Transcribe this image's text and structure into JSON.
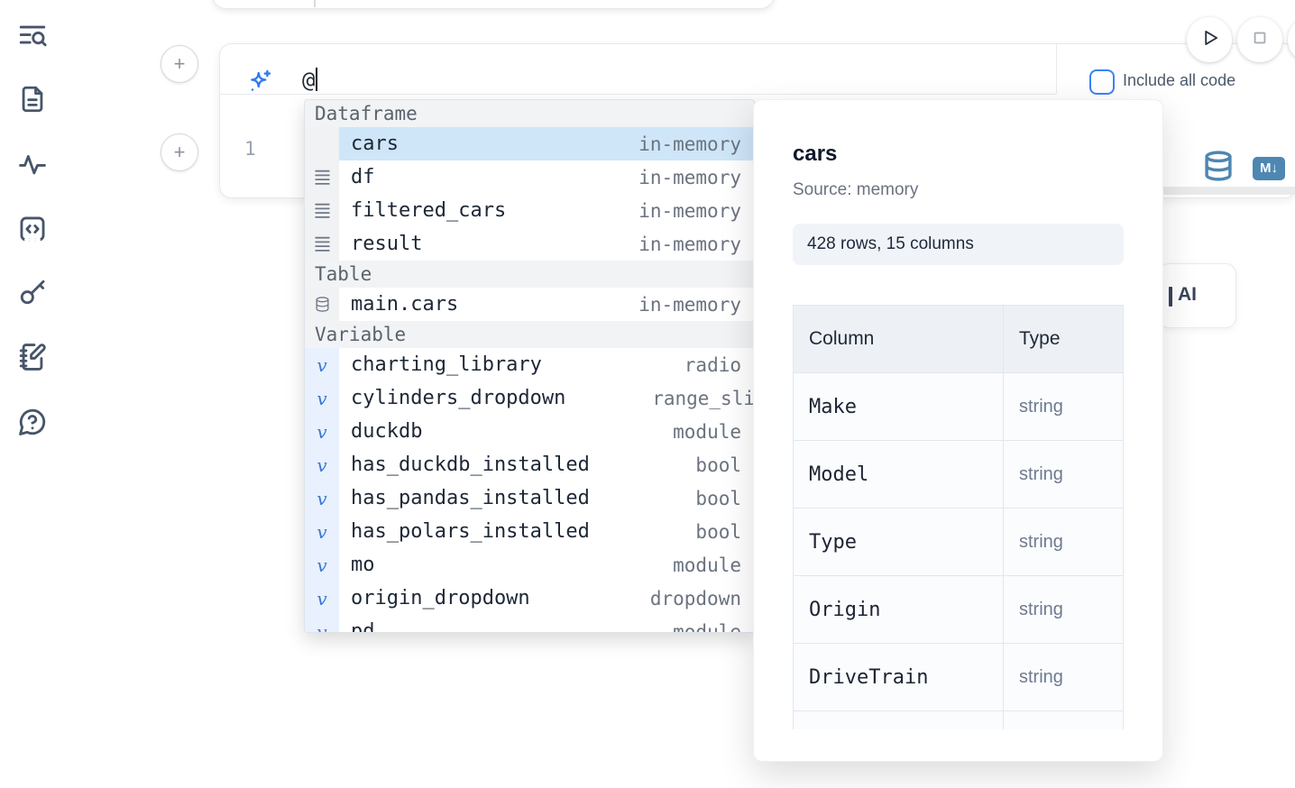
{
  "sidebar": {
    "icons": [
      "list-search",
      "file-text",
      "activity",
      "snippets-code",
      "key",
      "notebook-pen",
      "help-chat"
    ]
  },
  "cell": {
    "add_button_glyph": "+",
    "prompt_value": "@",
    "include_all_code_label": "Include all code",
    "include_all_code_checked": false,
    "line_number": "1",
    "markdown_badge": "M↓"
  },
  "autocomplete": {
    "sections": [
      {
        "label": "Dataframe",
        "items": [
          {
            "name": "cars",
            "detail": "in-memory",
            "selected": true
          },
          {
            "name": "df",
            "detail": "in-memory"
          },
          {
            "name": "filtered_cars",
            "detail": "in-memory"
          },
          {
            "name": "result",
            "detail": "in-memory"
          }
        ]
      },
      {
        "label": "Table",
        "items": [
          {
            "name": "main.cars",
            "detail": "in-memory"
          }
        ]
      },
      {
        "label": "Variable",
        "items": [
          {
            "name": "charting_library",
            "detail": "radio"
          },
          {
            "name": "cylinders_dropdown",
            "detail": "range_sli"
          },
          {
            "name": "duckdb",
            "detail": "module"
          },
          {
            "name": "has_duckdb_installed",
            "detail": "bool"
          },
          {
            "name": "has_pandas_installed",
            "detail": "bool"
          },
          {
            "name": "has_polars_installed",
            "detail": "bool"
          },
          {
            "name": "mo",
            "detail": "module"
          },
          {
            "name": "origin_dropdown",
            "detail": "dropdown"
          },
          {
            "name": "pd",
            "detail": "module",
            "partial": true
          }
        ]
      }
    ]
  },
  "preview": {
    "title": "cars",
    "source": "Source: memory",
    "shape": "428 rows, 15 columns",
    "table": {
      "headers": [
        "Column",
        "Type"
      ],
      "rows": [
        [
          "Make",
          "string"
        ],
        [
          "Model",
          "string"
        ],
        [
          "Type",
          "string"
        ],
        [
          "Origin",
          "string"
        ],
        [
          "DriveTrain",
          "string"
        ]
      ]
    }
  },
  "ai_button_visible_fragment": "AI",
  "colors": {
    "accent_blue": "#3b82f6",
    "selection_blue": "#cfe6f9",
    "tool_icon_blue": "#4e87b2",
    "sidebar_icon": "#475569"
  }
}
